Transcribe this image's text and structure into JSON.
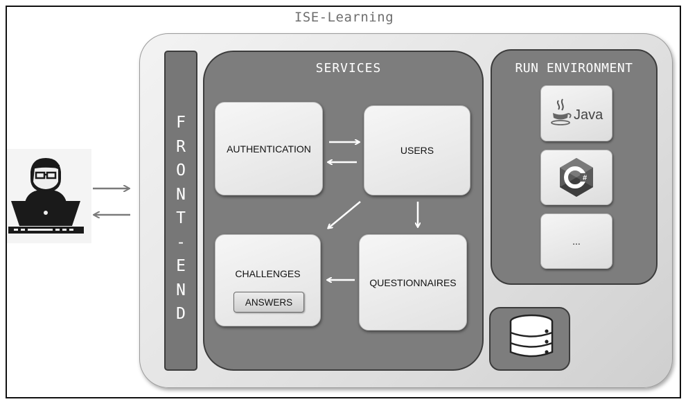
{
  "title": "ISE-Learning",
  "frontend": {
    "letters": [
      "F",
      "R",
      "O",
      "N",
      "T",
      "-",
      "E",
      "N",
      "D"
    ]
  },
  "services": {
    "title": "SERVICES",
    "boxes": {
      "authentication": "AUTHENTICATION",
      "users": "USERS",
      "challenges": "CHALLENGES",
      "answers": "ANSWERS",
      "questionnaires": "QUESTIONNAIRES"
    }
  },
  "run_environment": {
    "title": "RUN ENVIRONMENT",
    "tiles": [
      {
        "icon": "java-logo-icon",
        "label": "Java"
      },
      {
        "icon": "csharp-logo-icon",
        "label": "C#"
      },
      {
        "label": "..."
      }
    ]
  },
  "database": {
    "icon": "database-icon"
  },
  "user": {
    "icon": "user-laptop-icon"
  },
  "colors": {
    "panel_dark": "#7d7d7d",
    "panel_light": "#e8e8e8",
    "title_gray": "#6e6e6e",
    "arrow_white": "#ffffff",
    "arrow_gray": "#7a7a7a"
  }
}
